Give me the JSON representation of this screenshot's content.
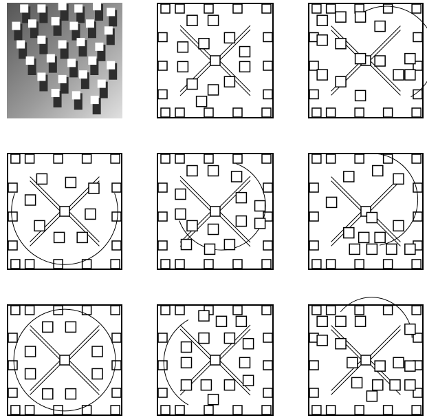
{
  "figure": {
    "panel_count": 9,
    "first_panel": "3d-render",
    "line_color": "#000000",
    "background_color": "#ffffff",
    "render_colors": {
      "pillar_top": "#ffffff",
      "pillar_side": "#2e2e2e",
      "floor_light": "#e0e0e0",
      "floor_dark": "#555555"
    }
  },
  "panels": [
    {
      "kind": "3d-render",
      "blocks": [
        [
          0.15,
          0.05
        ],
        [
          0.3,
          0.05
        ],
        [
          0.48,
          0.03
        ],
        [
          0.62,
          0.05
        ],
        [
          0.78,
          0.03
        ],
        [
          0.9,
          0.08
        ],
        [
          0.08,
          0.2
        ],
        [
          0.22,
          0.18
        ],
        [
          0.42,
          0.16
        ],
        [
          0.58,
          0.2
        ],
        [
          0.72,
          0.18
        ],
        [
          0.88,
          0.24
        ],
        [
          0.12,
          0.36
        ],
        [
          0.3,
          0.32
        ],
        [
          0.48,
          0.36
        ],
        [
          0.64,
          0.34
        ],
        [
          0.8,
          0.38
        ],
        [
          0.2,
          0.5
        ],
        [
          0.38,
          0.48
        ],
        [
          0.56,
          0.52
        ],
        [
          0.74,
          0.5
        ],
        [
          0.9,
          0.54
        ],
        [
          0.3,
          0.64
        ],
        [
          0.48,
          0.66
        ],
        [
          0.66,
          0.62
        ],
        [
          0.82,
          0.7
        ],
        [
          0.42,
          0.78
        ],
        [
          0.6,
          0.8
        ],
        [
          0.76,
          0.84
        ]
      ]
    },
    {
      "kind": "layout",
      "arc": null,
      "squares": [
        [
          0.3,
          0.15
        ],
        [
          0.48,
          0.15
        ],
        [
          0.22,
          0.38
        ],
        [
          0.4,
          0.35
        ],
        [
          0.62,
          0.3
        ],
        [
          0.75,
          0.42
        ],
        [
          0.22,
          0.55
        ],
        [
          0.3,
          0.7
        ],
        [
          0.48,
          0.75
        ],
        [
          0.62,
          0.68
        ],
        [
          0.75,
          0.55
        ],
        [
          0.38,
          0.85
        ]
      ]
    },
    {
      "kind": "layout",
      "arc": [
        0.68,
        0.45,
        0.42,
        -130,
        60
      ],
      "squares": [
        [
          0.12,
          0.15
        ],
        [
          0.28,
          0.12
        ],
        [
          0.45,
          0.12
        ],
        [
          0.62,
          0.2
        ],
        [
          0.12,
          0.32
        ],
        [
          0.28,
          0.35
        ],
        [
          0.45,
          0.48
        ],
        [
          0.62,
          0.5
        ],
        [
          0.78,
          0.62
        ],
        [
          0.88,
          0.48
        ],
        [
          0.88,
          0.62
        ],
        [
          0.12,
          0.62
        ],
        [
          0.28,
          0.68
        ],
        [
          0.45,
          0.8
        ]
      ]
    },
    {
      "kind": "layout",
      "arc": [
        0.5,
        0.5,
        0.46,
        -20,
        200
      ],
      "squares": [
        [
          0.3,
          0.22
        ],
        [
          0.55,
          0.25
        ],
        [
          0.75,
          0.3
        ],
        [
          0.2,
          0.4
        ],
        [
          0.72,
          0.52
        ],
        [
          0.28,
          0.62
        ],
        [
          0.45,
          0.72
        ],
        [
          0.65,
          0.72
        ]
      ]
    },
    {
      "kind": "layout",
      "arc": [
        0.55,
        0.45,
        0.38,
        -70,
        160
      ],
      "squares": [
        [
          0.3,
          0.15
        ],
        [
          0.48,
          0.15
        ],
        [
          0.68,
          0.2
        ],
        [
          0.2,
          0.35
        ],
        [
          0.72,
          0.38
        ],
        [
          0.88,
          0.45
        ],
        [
          0.2,
          0.52
        ],
        [
          0.3,
          0.62
        ],
        [
          0.48,
          0.65
        ],
        [
          0.72,
          0.58
        ],
        [
          0.88,
          0.6
        ],
        [
          0.25,
          0.78
        ],
        [
          0.45,
          0.82
        ],
        [
          0.62,
          0.78
        ]
      ]
    },
    {
      "kind": "layout",
      "arc": [
        0.55,
        0.4,
        0.4,
        -100,
        80
      ],
      "squares": [
        [
          0.35,
          0.2
        ],
        [
          0.6,
          0.15
        ],
        [
          0.78,
          0.22
        ],
        [
          0.2,
          0.42
        ],
        [
          0.55,
          0.55
        ],
        [
          0.78,
          0.62
        ],
        [
          0.35,
          0.68
        ],
        [
          0.48,
          0.72
        ],
        [
          0.62,
          0.72
        ],
        [
          0.4,
          0.82
        ],
        [
          0.55,
          0.82
        ],
        [
          0.72,
          0.82
        ],
        [
          0.88,
          0.82
        ]
      ]
    },
    {
      "kind": "layout",
      "arc": [
        0.5,
        0.5,
        0.44,
        0,
        360
      ],
      "squares": [
        [
          0.35,
          0.2
        ],
        [
          0.55,
          0.2
        ],
        [
          0.2,
          0.42
        ],
        [
          0.78,
          0.42
        ],
        [
          0.2,
          0.62
        ],
        [
          0.78,
          0.62
        ],
        [
          0.35,
          0.8
        ],
        [
          0.55,
          0.8
        ]
      ]
    },
    {
      "kind": "layout",
      "arc": [
        0.48,
        0.52,
        0.42,
        120,
        240
      ],
      "squares": [
        [
          0.4,
          0.1
        ],
        [
          0.55,
          0.15
        ],
        [
          0.72,
          0.15
        ],
        [
          0.25,
          0.38
        ],
        [
          0.4,
          0.3
        ],
        [
          0.62,
          0.3
        ],
        [
          0.78,
          0.35
        ],
        [
          0.25,
          0.52
        ],
        [
          0.75,
          0.52
        ],
        [
          0.25,
          0.72
        ],
        [
          0.42,
          0.72
        ],
        [
          0.62,
          0.72
        ],
        [
          0.78,
          0.68
        ],
        [
          0.48,
          0.85
        ]
      ]
    },
    {
      "kind": "layout",
      "arc": [
        0.55,
        0.3,
        0.35,
        -140,
        0
      ],
      "squares": [
        [
          0.12,
          0.15
        ],
        [
          0.28,
          0.15
        ],
        [
          0.45,
          0.15
        ],
        [
          0.88,
          0.22
        ],
        [
          0.12,
          0.32
        ],
        [
          0.28,
          0.35
        ],
        [
          0.38,
          0.52
        ],
        [
          0.62,
          0.55
        ],
        [
          0.78,
          0.52
        ],
        [
          0.88,
          0.55
        ],
        [
          0.42,
          0.7
        ],
        [
          0.6,
          0.72
        ],
        [
          0.75,
          0.72
        ],
        [
          0.88,
          0.72
        ],
        [
          0.55,
          0.82
        ]
      ]
    }
  ]
}
